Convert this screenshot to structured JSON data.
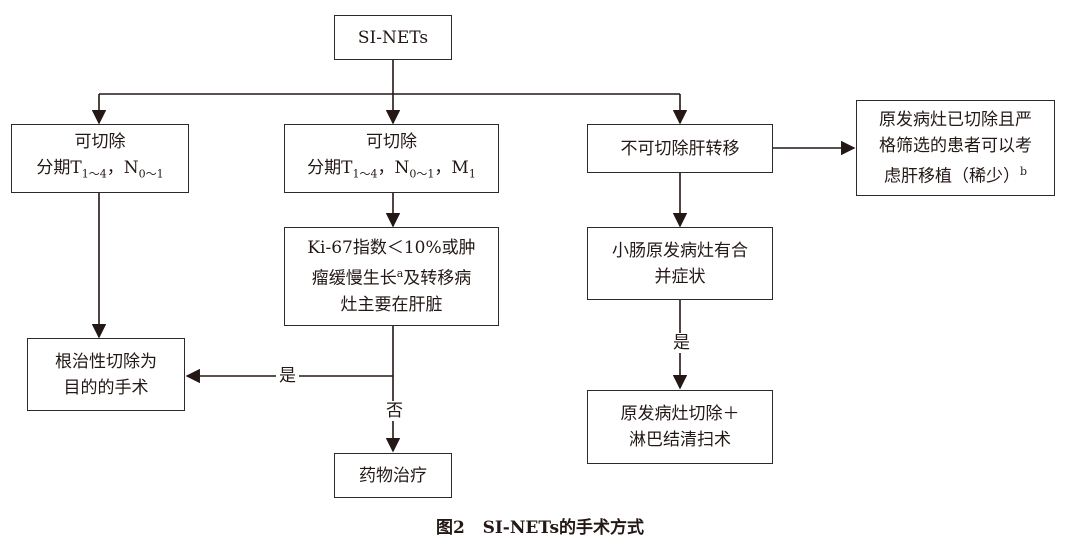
{
  "title": "SI-NETs",
  "b1": {
    "line1": "可切除",
    "line2_pre": "分期T",
    "line2_s1": "1～4",
    "line2_mid": "，N",
    "line2_s2": "0～1"
  },
  "b2": {
    "line1": "可切除",
    "line2_pre": "分期T",
    "line2_s1": "1～4",
    "line2_mid": "，N",
    "line2_s2": "0～1",
    "line2_mid2": "，M",
    "line2_s3": "1"
  },
  "b3": {
    "line1": "不可切除肝转移"
  },
  "b4": {
    "line1": "原发病灶已切除且严",
    "line2": "格筛选的患者可以考",
    "line3": "虑肝移植（稀少）",
    "sup": "b"
  },
  "b5": {
    "line1": "Ki-67指数＜10%或肿",
    "line2_pre": "瘤缓慢生长",
    "sup": "a",
    "line2_post": "及转移病",
    "line3": "灶主要在肝脏"
  },
  "b6": {
    "line1": "小肠原发病灶有合",
    "line2": "并症状"
  },
  "b7": {
    "line1": "根治性切除为",
    "line2": "目的的手术"
  },
  "b8": {
    "line1": "原发病灶切除＋",
    "line2": "淋巴结清扫术"
  },
  "b9": {
    "line1": "药物治疗"
  },
  "labels": {
    "yes1": "是",
    "no1": "否",
    "yes2": "是"
  },
  "caption": {
    "fig": "图2",
    "text": "SI-NETs的手术方式"
  }
}
